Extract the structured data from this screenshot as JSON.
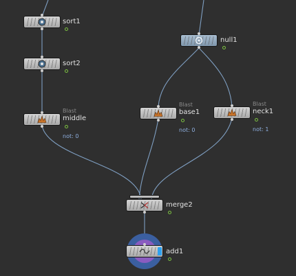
{
  "colors": {
    "background": "#2f2f2f",
    "wire": "#7f9fc2",
    "flag": "#7ec341",
    "note": "#8fb0e0",
    "null_node": "#93abc0",
    "add_halo": "#3b5fa0",
    "add_halo_inner": "#8a5cc0",
    "add_tab": "#2ea2f0"
  },
  "nodes": {
    "sort1": {
      "label": "sort1",
      "icon": "sort-icon"
    },
    "sort2": {
      "label": "sort2",
      "icon": "sort-icon"
    },
    "middle": {
      "label": "middle",
      "type": "Blast",
      "note": "not: 0",
      "icon": "blast-icon"
    },
    "null1": {
      "label": "null1",
      "icon": "null-icon"
    },
    "base1": {
      "label": "base1",
      "type": "Blast",
      "note": "not: 0",
      "icon": "blast-icon"
    },
    "neck1": {
      "label": "neck1",
      "type": "Blast",
      "note": "not: 1",
      "icon": "blast-icon"
    },
    "merge2": {
      "label": "merge2",
      "icon": "merge-icon"
    },
    "add1": {
      "label": "add1",
      "icon": "add-icon"
    }
  }
}
